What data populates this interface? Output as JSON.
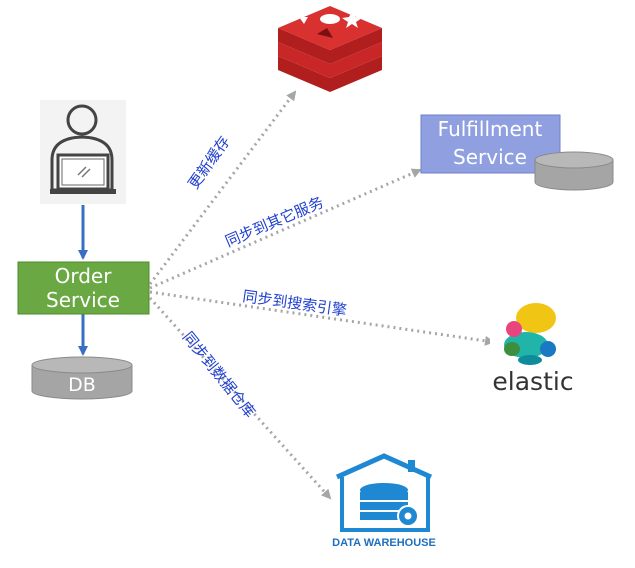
{
  "nodes": {
    "order_service": {
      "line1": "Order",
      "line2": "Service",
      "color": "#6aa843"
    },
    "fulfillment_service": {
      "line1": "Fulfillment",
      "line2": "Service",
      "color": "#8f9fe0"
    },
    "db": {
      "label": "DB"
    },
    "elastic": {
      "label": "elastic"
    },
    "data_warehouse": {
      "label": "DATA WAREHOUSE"
    }
  },
  "edges": {
    "update_cache": "更新缓存",
    "sync_services": "同步到其它服务",
    "sync_search": "同步到搜索引擎",
    "sync_warehouse": "同步到数据仓库"
  },
  "colors": {
    "arrow_solid": "#3a6ec4",
    "arrow_dotted": "#a6a6a6",
    "redis": "#d12c2c",
    "db_gray": "#a5a5a5",
    "dw_blue": "#1e88d2"
  }
}
